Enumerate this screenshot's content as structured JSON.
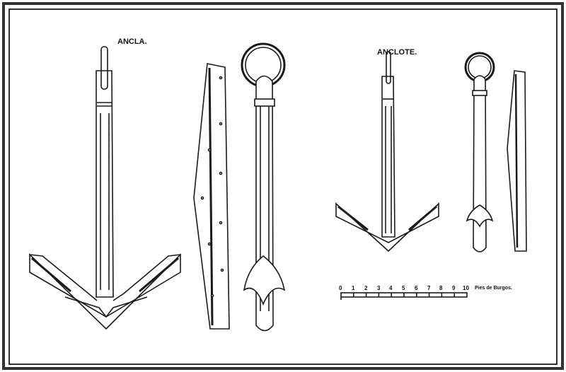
{
  "titles": {
    "anchor": "ANCLA.",
    "small_anchor": "ANCLOTE."
  },
  "scale": {
    "ticks": [
      "0",
      "1",
      "2",
      "3",
      "4",
      "5",
      "6",
      "7",
      "8",
      "9",
      "10"
    ],
    "unit_label": "Pies de Burgos."
  },
  "colors": {
    "ink": "#1a1a1a",
    "frame": "#333333"
  }
}
